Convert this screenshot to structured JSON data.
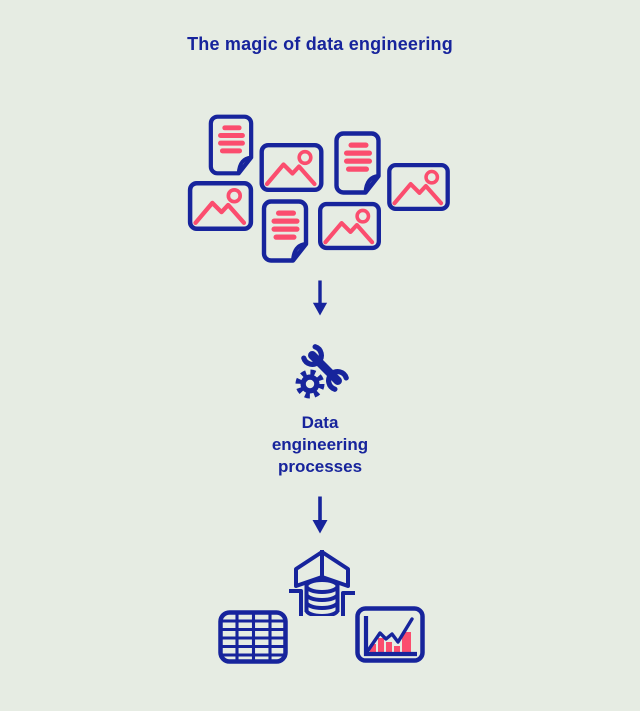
{
  "title": "The magic of data engineering",
  "colors": {
    "navy": "#17249c",
    "pink": "#fb4d6e",
    "background": "#e6ece3"
  },
  "sources": {
    "description": "cluster of raw data items",
    "items": [
      {
        "type": "document"
      },
      {
        "type": "image"
      },
      {
        "type": "document"
      },
      {
        "type": "image"
      },
      {
        "type": "image"
      },
      {
        "type": "document"
      },
      {
        "type": "image"
      }
    ]
  },
  "arrows": [
    {
      "direction": "down"
    },
    {
      "direction": "down"
    }
  ],
  "process": {
    "icon": "wrench-and-gear",
    "label": [
      "Data",
      "engineering",
      "processes"
    ]
  },
  "outputs": {
    "items": [
      {
        "type": "table"
      },
      {
        "type": "data-warehouse"
      },
      {
        "type": "chart"
      }
    ]
  }
}
